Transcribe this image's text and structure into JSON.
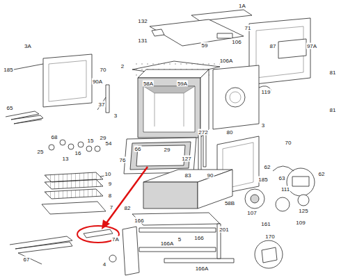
{
  "diagram": {
    "labels": [
      "1A",
      "132",
      "71",
      "3A",
      "131",
      "59",
      "106",
      "87",
      "97A",
      "185",
      "70",
      "2",
      "106A",
      "90A",
      "58A",
      "59A",
      "119",
      "81",
      "37",
      "3",
      "65",
      "81",
      "29",
      "272",
      "80",
      "3",
      "68",
      "15",
      "54",
      "16",
      "25",
      "13",
      "66",
      "29",
      "127",
      "76",
      "62",
      "70",
      "83",
      "90",
      "63",
      "62",
      "10",
      "9",
      "185",
      "8",
      "7",
      "111",
      "58B",
      "107",
      "161",
      "125",
      "109",
      "82",
      "166",
      "5",
      "201",
      "166",
      "166A",
      "170",
      "7A",
      "67",
      "4",
      "166A"
    ]
  }
}
